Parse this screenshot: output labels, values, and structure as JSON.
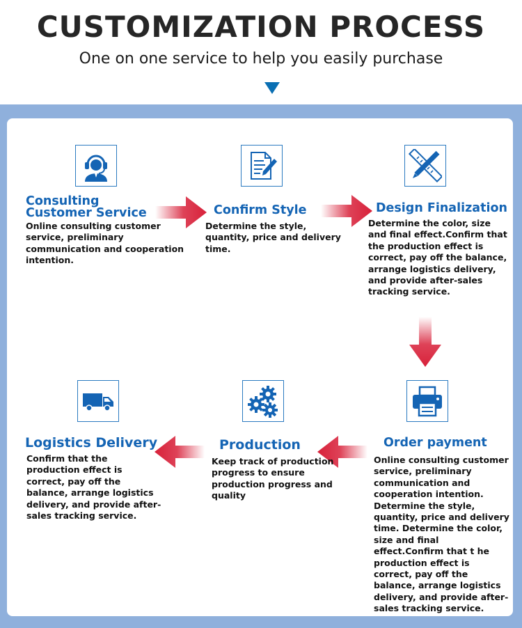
{
  "header": {
    "title": "CUSTOMIZATION PROCESS",
    "subtitle": "One on one service to help you easily purchase"
  },
  "colors": {
    "accent_blue": "#1464b4",
    "panel_blue": "#8fb0dc",
    "arrow_red": "#d8213a"
  },
  "steps": [
    {
      "icon": "customer-service-icon",
      "title_line1": "Consulting",
      "title_line2": "Customer Service",
      "description": "Online consulting customer service, preliminary communication and cooperation intention."
    },
    {
      "icon": "document-edit-icon",
      "title": "Confirm Style",
      "description": "Determine the style, quantity, price and delivery time."
    },
    {
      "icon": "ruler-pencil-icon",
      "title": "Design Finalization",
      "description": "Determine the color, size and final effect.Confirm that the production effect is correct, pay off the balance, arrange logistics delivery, and provide after-sales tracking service."
    },
    {
      "icon": "printer-icon",
      "title": "Order payment",
      "description": "Online consulting customer service, preliminary communication and cooperation intention. Determine the style, quantity, price and delivery time. Determine the color, size and final effect.Confirm that t he production effect is correct, pay off the balance, arrange logistics delivery, and provide after-sales tracking service."
    },
    {
      "icon": "gears-icon",
      "title": "Production",
      "description": "Keep track of production progress to ensure production progress and quality"
    },
    {
      "icon": "delivery-truck-icon",
      "title": "Logistics Delivery",
      "description": "Confirm that the production effect is correct, pay off the balance, arrange logistics delivery, and provide after-sales tracking service."
    }
  ]
}
